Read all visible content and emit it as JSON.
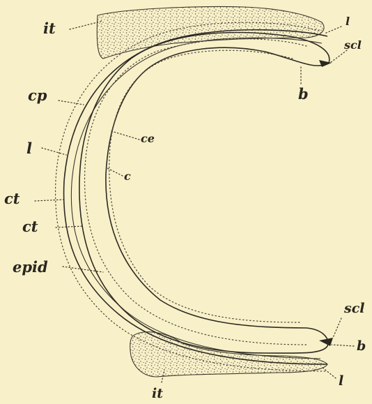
{
  "figure": {
    "background": "#f8f0c8",
    "ink": "#2a2620",
    "labels": {
      "it_top": "it",
      "l_top": "l",
      "scl_top": "scl",
      "b_top": "b",
      "cp": "cp",
      "ce": "ce",
      "l_left": "l",
      "c": "c",
      "ct_1": "ct",
      "ct_2": "ct",
      "epid": "epid",
      "scl_bottom": "scl",
      "b_bottom": "b",
      "l_bottom": "l",
      "it_bottom": "it"
    }
  }
}
